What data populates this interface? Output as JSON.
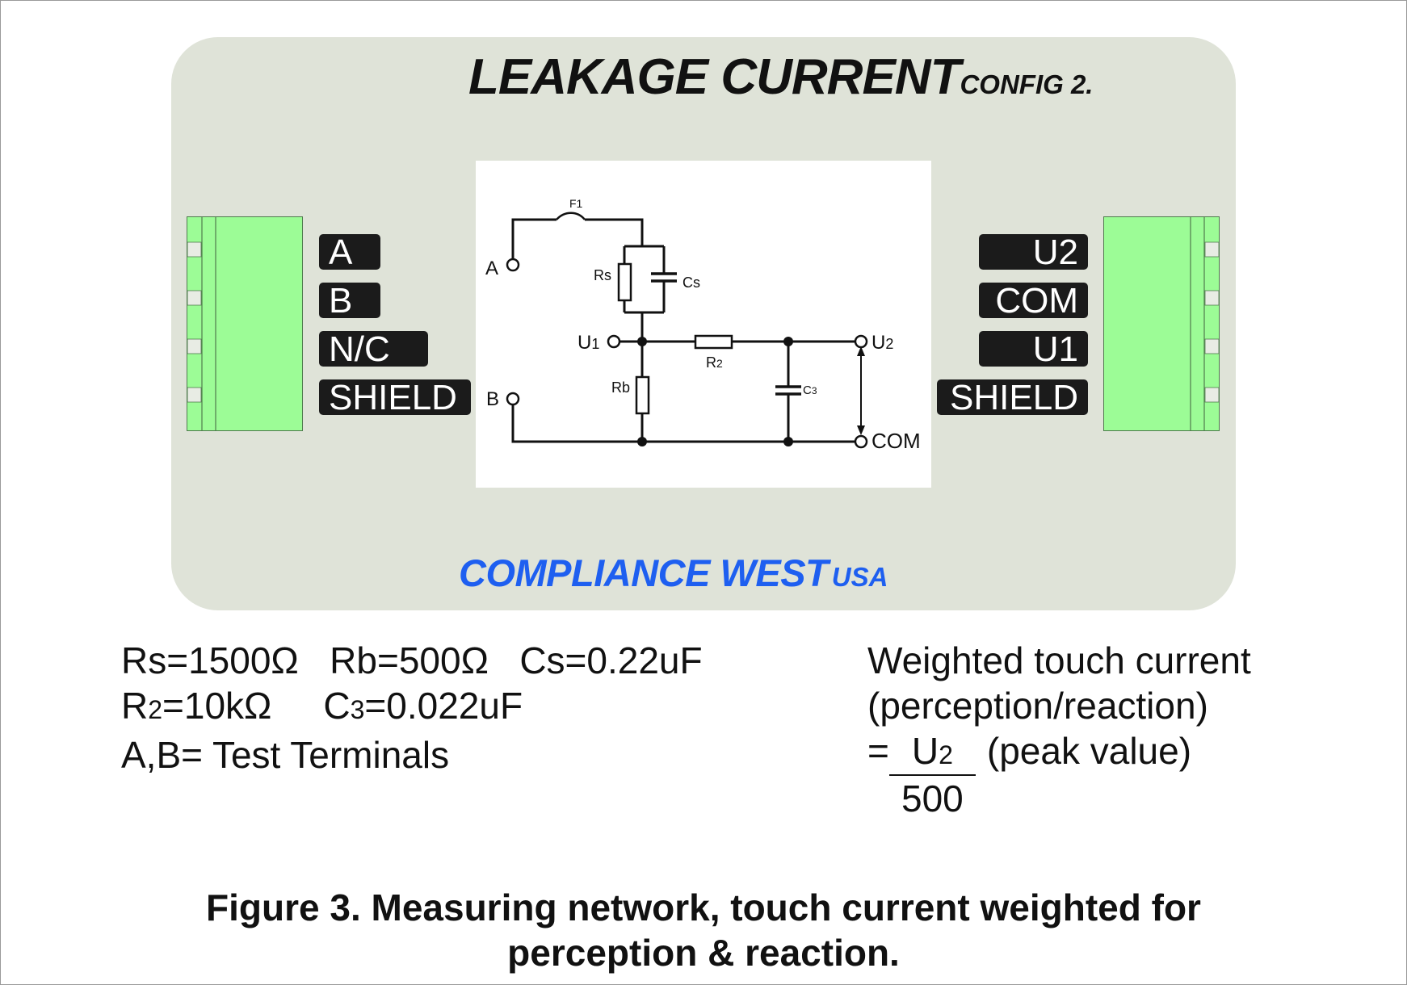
{
  "header": {
    "title": "LEAKAGE CURRENT",
    "subtitle": "CONFIG 2."
  },
  "brand": {
    "name": "COMPLIANCE WEST",
    "suffix": "USA"
  },
  "left_terminal": {
    "labels": [
      "A",
      "B",
      "N/C",
      "SHIELD"
    ]
  },
  "right_terminal": {
    "labels": [
      "U2",
      "COM",
      "U1",
      "SHIELD"
    ]
  },
  "circuit": {
    "nodes": {
      "a": "A",
      "b": "B",
      "u1": "U",
      "u1_sub": "1",
      "u2": "U",
      "u2_sub": "2",
      "com": "COM"
    },
    "components": {
      "f1": "F1",
      "rs": "Rs",
      "cs": "Cs",
      "r2": "R",
      "r2_sub": "2",
      "rb": "Rb",
      "c3": "C",
      "c3_sub": "3"
    }
  },
  "parameters": {
    "line1": [
      "Rs=1500Ω",
      "Rb=500Ω",
      "Cs=0.22uF"
    ],
    "line2_r2_pre": "R",
    "line2_r2_sub": "2",
    "line2_r2_val": "=10kΩ",
    "line2_c3_pre": "C",
    "line2_c3_sub": "3",
    "line2_c3_val": "=0.022uF",
    "line3": "A,B= Test Terminals"
  },
  "formula": {
    "line1": "Weighted touch current",
    "line2": "(perception/reaction)",
    "eq": "=",
    "numerator_pre": "U",
    "numerator_sub": "2",
    "peak": "(peak value)",
    "denominator": "500"
  },
  "caption": {
    "line1": "Figure 3. Measuring network, touch current weighted for",
    "line2": "perception & reaction."
  },
  "colors": {
    "panel": "#dfe3d8",
    "terminal_green": "#9cfc96",
    "brand_blue": "#1e5ff0",
    "label_bg": "#1b1b1b"
  }
}
